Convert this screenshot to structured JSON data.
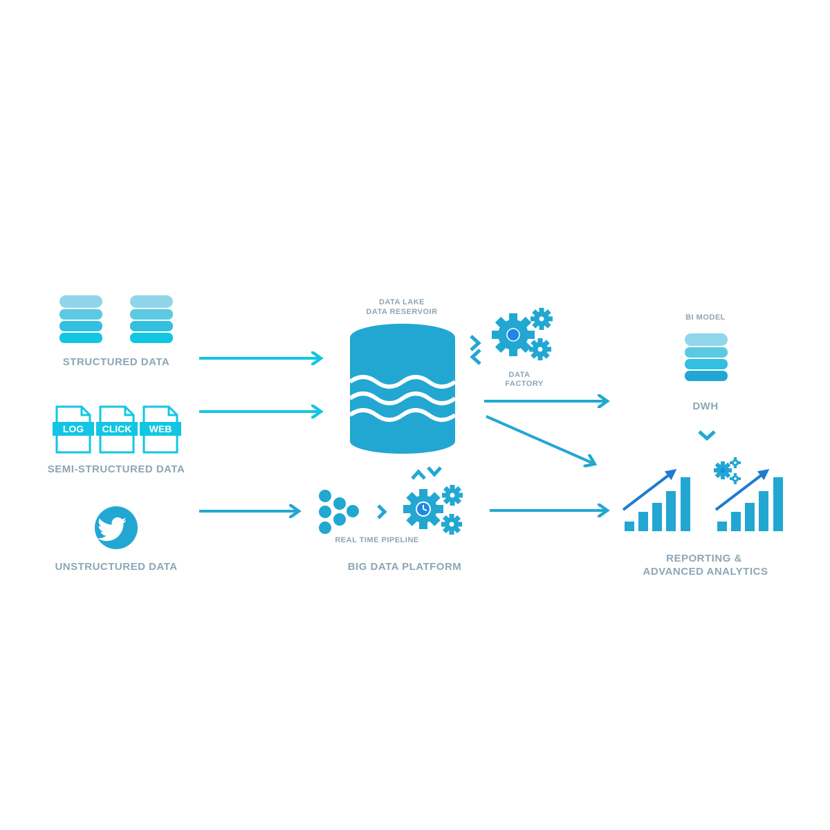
{
  "colors": {
    "cyan": "#12c6e3",
    "blue": "#22a7d2",
    "light_blue": "#8fd6ea",
    "deep_blue": "#1565c0",
    "label": "#8da6b4"
  },
  "sources": {
    "structured": {
      "label": "STRUCTURED DATA",
      "icon": "database-icon"
    },
    "semi_structured": {
      "label": "SEMI-STRUCTURED DATA",
      "documents": [
        "LOG",
        "CLICK",
        "WEB"
      ],
      "icon": "document-icon"
    },
    "unstructured": {
      "label": "UNSTRUCTURED DATA",
      "icon": "twitter-icon"
    }
  },
  "data_lake": {
    "line1": "DATA LAKE",
    "line2": "DATA RESERVOIR",
    "icon": "data-lake-cylinder-icon"
  },
  "data_factory": {
    "line1": "DATA",
    "line2": "FACTORY",
    "icon": "gears-icon"
  },
  "realtime": {
    "label": "REAL TIME PIPELINE",
    "icon": "gears-clock-icon"
  },
  "platform": {
    "label": "BIG DATA PLATFORM"
  },
  "bi": {
    "label": "BI MODEL",
    "dwh": "DWH",
    "icon": "database-icon"
  },
  "reporting": {
    "line1": "REPORTING &",
    "line2": "ADVANCED ANALYTICS",
    "icon": "bar-chart-icon"
  }
}
